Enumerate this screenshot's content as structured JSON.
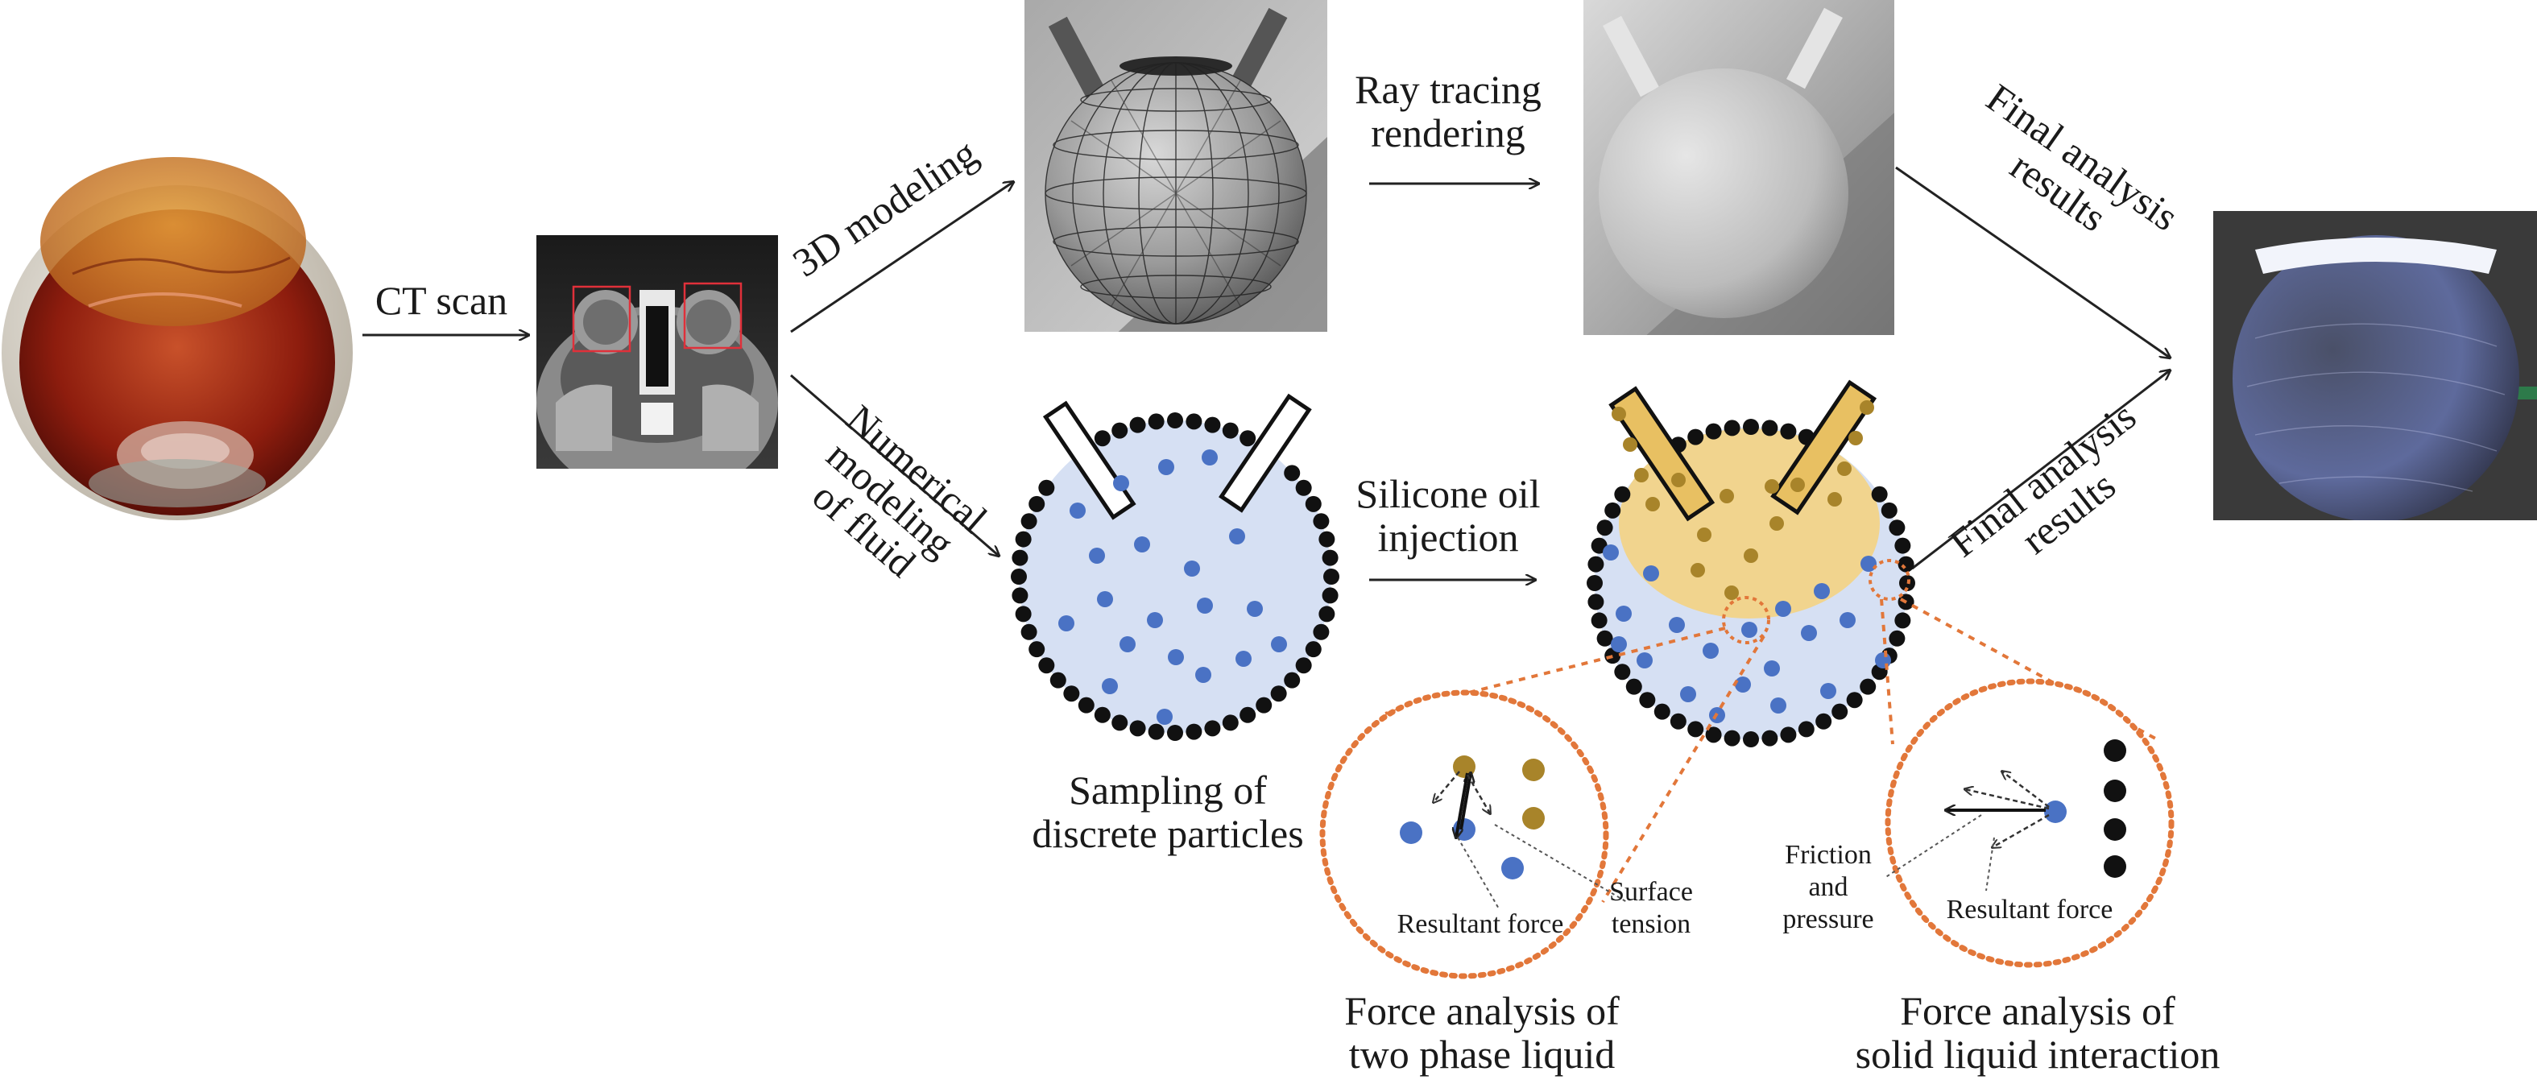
{
  "labels": {
    "ct_scan": "CT scan",
    "modeling_3d": "3D modeling",
    "ray_tracing": [
      "Ray tracing",
      "rendering"
    ],
    "final_top": [
      "Final analysis",
      "results"
    ],
    "final_bottom": [
      "Final analysis",
      "results"
    ],
    "numerical": [
      "Numerical",
      "modeling",
      "of fluid"
    ],
    "silicone": [
      "Silicone oil",
      "injection"
    ],
    "sampling": [
      "Sampling of",
      "discrete particles"
    ],
    "resultant_left": "Resultant force",
    "surface": [
      "Surface",
      "tension"
    ],
    "friction": [
      "Friction",
      "and",
      "pressure"
    ],
    "resultant_right": "Resultant force",
    "force_two_phase": [
      "Force analysis of",
      "two phase liquid"
    ],
    "force_solid": [
      "Force analysis of",
      "solid liquid interaction"
    ]
  },
  "colors": {
    "water_particle": "#4a72c4",
    "oil_particle": "#a8842a",
    "oil_region": "#f1d48e",
    "water_fill": "#d6e0f3",
    "boundary_particle": "#111111",
    "zoom_ring": "#e2773a"
  }
}
